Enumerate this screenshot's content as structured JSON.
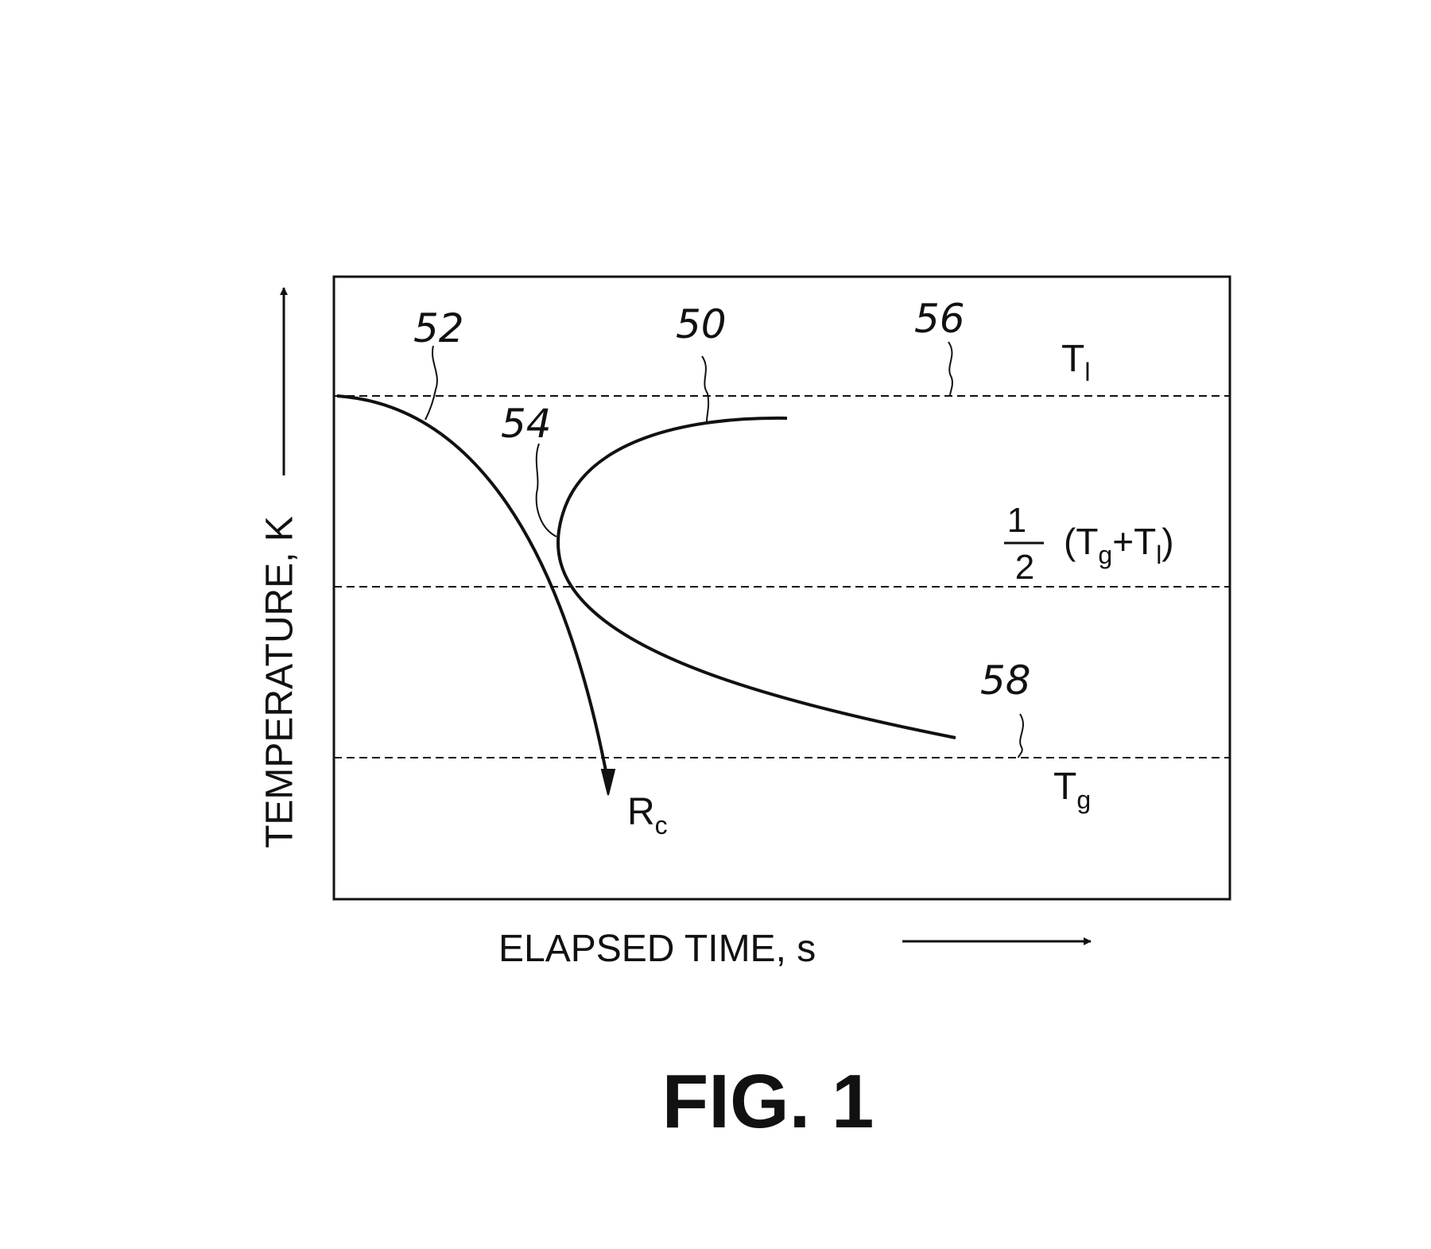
{
  "figure": {
    "caption": "FIG. 1",
    "x_axis_label": "ELAPSED TIME, s",
    "y_axis_label": "TEMPERATURE, K"
  },
  "levels": {
    "liquidus": {
      "symbol": "T",
      "subscript": "l"
    },
    "midpoint": {
      "numerator": "1",
      "denominator": "2",
      "open": "(T",
      "sub1": "g",
      "plus": "+T",
      "sub2": "l",
      "close": ")"
    },
    "glass": {
      "symbol": "T",
      "subscript": "g"
    }
  },
  "curves": {
    "critical_rate": {
      "symbol": "R",
      "subscript": "c"
    }
  },
  "reference_numerals": {
    "nose_curve": "50",
    "cooling_curve": "52",
    "nose_point": "54",
    "liquidus_line": "56",
    "glass_line": "58"
  },
  "colors": {
    "ink": "#111111",
    "background": "#ffffff"
  }
}
